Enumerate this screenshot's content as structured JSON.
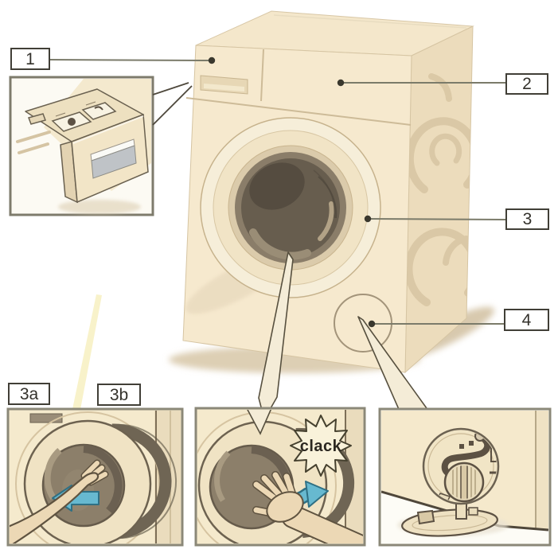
{
  "diagram": {
    "type": "appliance parts overview illustration",
    "subject": "front-loading washing machine",
    "background": "#ffffff"
  },
  "callouts": {
    "n1": "1",
    "n2": "2",
    "n3": "3",
    "n4": "4",
    "n3a": "3a",
    "n3b": "3b"
  },
  "sound_effect": {
    "text": "clack"
  },
  "icons": {
    "open-pull-arrow-icon": "◀",
    "close-push-arrow-icon": "▶"
  },
  "colors": {
    "body_cream": "#f5e8cd",
    "body_shade": "#eadcbd",
    "outline_dark": "#57503f",
    "door_glass": "#665c4d",
    "callout_border": "#413f37",
    "callout_line": "#7b7b6a",
    "arrow_teal": "#67b9d0",
    "starburst_fill": "#f9f2da",
    "panel_border": "#8b8878",
    "highlight_streak": "#f6efbd"
  }
}
